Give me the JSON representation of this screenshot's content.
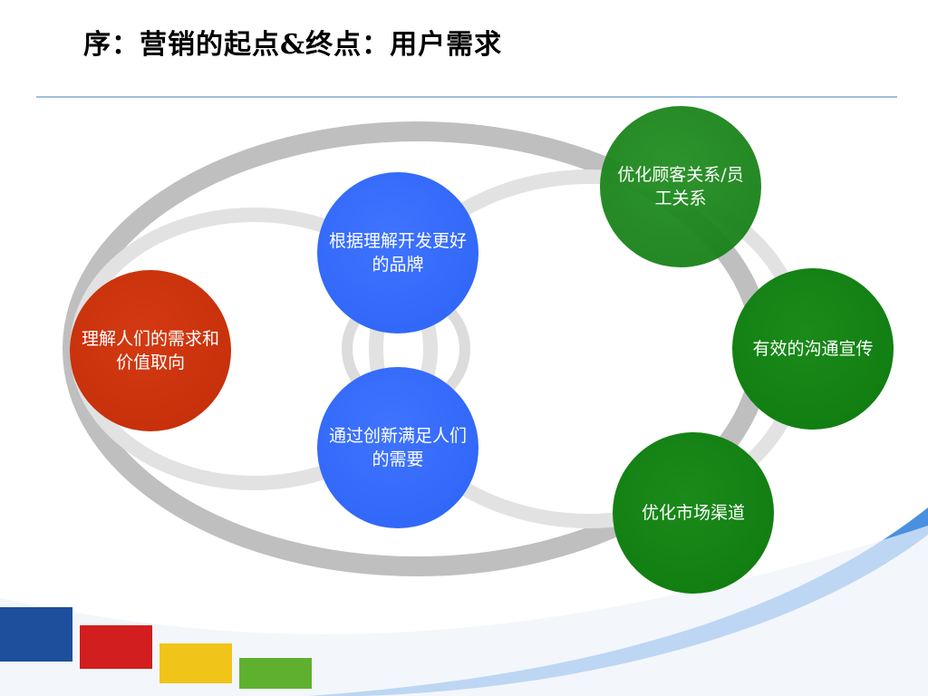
{
  "slide": {
    "title": "序：营销的起点&终点：用户需求"
  },
  "nodes": {
    "understand_needs": "理解人们的需求和价值取向",
    "better_brand": "根据理解开发更好的品牌",
    "innovation": "通过创新满足人们的需要",
    "customer_relations": "优化顾客关系/员工关系",
    "communication": "有效的沟通宣传",
    "channels": "优化市场渠道"
  },
  "colors": {
    "red": "#c8330b",
    "blue": "#346bfa",
    "green": "#127d12",
    "ring_dark": "#bdbdbd",
    "ring_light": "#e3e3e3",
    "title_rule": "#9fbfe0"
  }
}
